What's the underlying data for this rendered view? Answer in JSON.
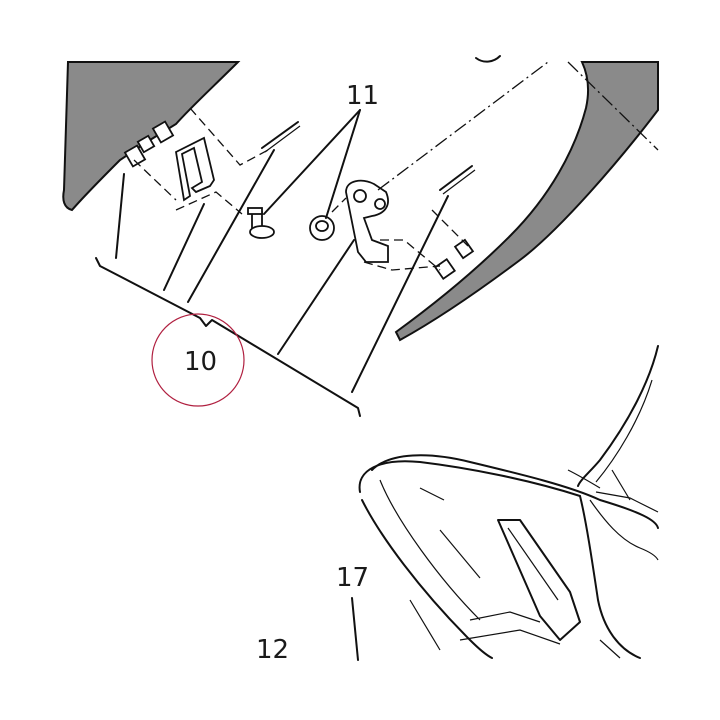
{
  "callouts": {
    "c10": "10",
    "c11": "11",
    "c12": "12",
    "c17": "17"
  },
  "colors": {
    "panel_fill": "#8a8a8a",
    "highlight_circle": "#b02040",
    "line": "#111111"
  }
}
